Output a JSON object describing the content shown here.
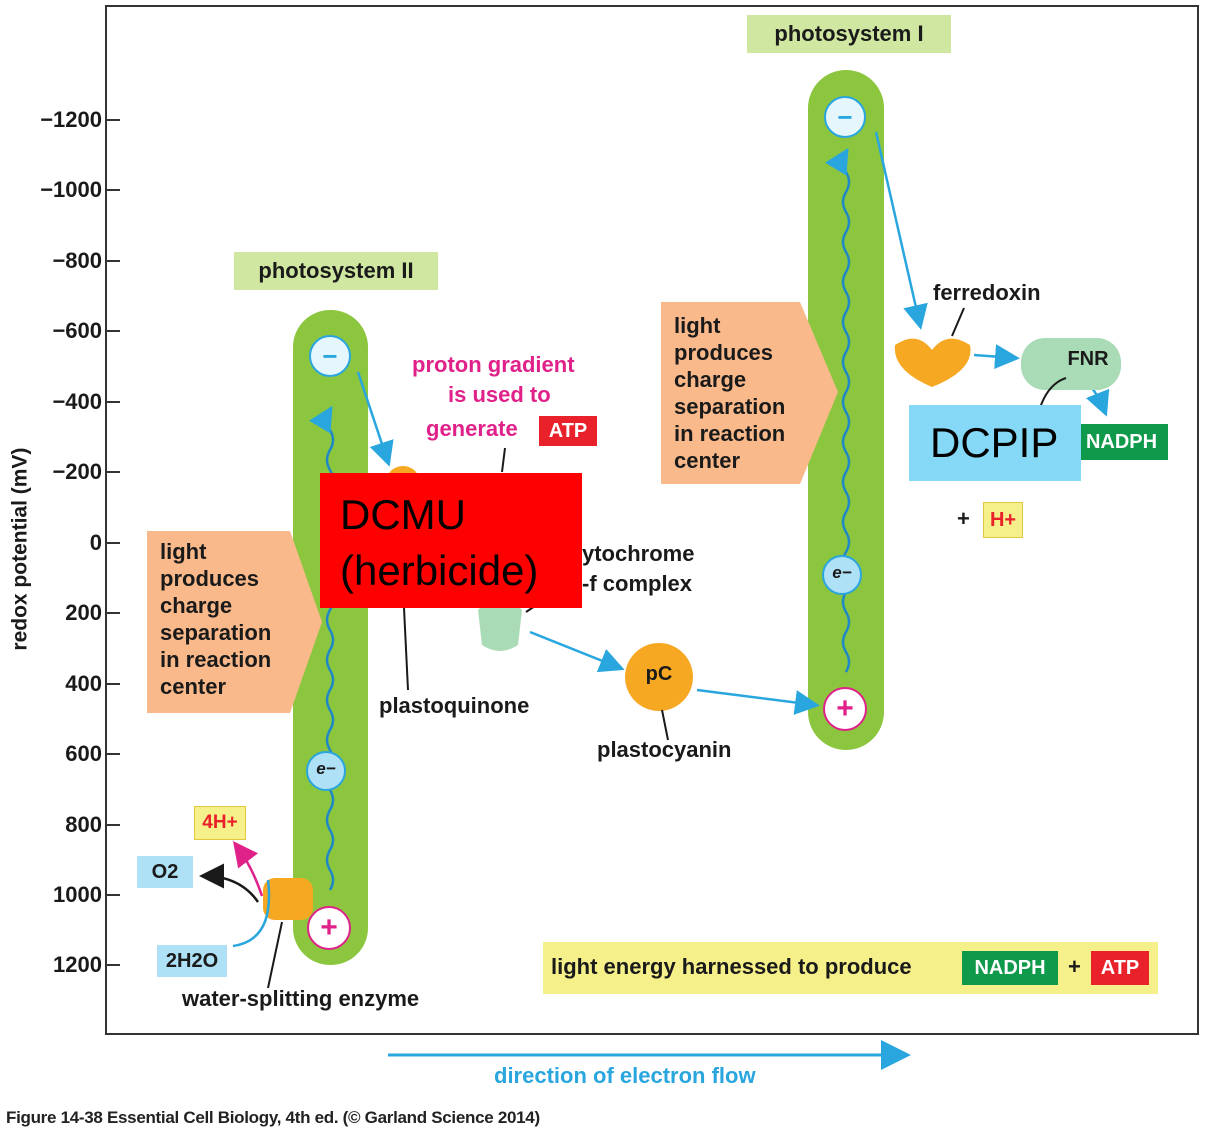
{
  "y_axis": {
    "label": "redox potential (mV)",
    "ticks": [
      "−1200",
      "−1000",
      "−800",
      "−600",
      "−400",
      "−200",
      "0",
      "200",
      "400",
      "600",
      "800",
      "1000",
      "1200"
    ]
  },
  "photosystem_ii": {
    "title": "photosystem II",
    "light_text": "light\nproduces\ncharge\nseparation\nin reaction\ncenter",
    "minus": "−",
    "plus": "+",
    "electron": "e−"
  },
  "photosystem_i": {
    "title": "photosystem I",
    "light_text": "light\nproduces\ncharge\nseparation\nin reaction\ncenter",
    "minus": "−",
    "plus": "+",
    "electron": "e−"
  },
  "proton_gradient": {
    "line1": "proton gradient",
    "line2": "is used to",
    "line3": "generate",
    "atp": "ATP"
  },
  "cytochrome": {
    "line1": "ytochrome",
    "line2": "-f complex"
  },
  "labels": {
    "plastoquinone": "plastoquinone",
    "plastocyanin": "plastocyanin",
    "pc": "pC",
    "ferredoxin": "ferredoxin",
    "fnr": "FNR",
    "nadph": "NADPH",
    "plus_sign": "+",
    "h_plus": "H+",
    "water_enzyme": "water-splitting enzyme",
    "o2": "O2",
    "h2o": "2H2O",
    "four_h": "4H+"
  },
  "summary": {
    "text": "light energy harnessed to produce",
    "nadph": "NADPH",
    "plus": "+",
    "atp": "ATP"
  },
  "flow_label": "direction of electron flow",
  "caption": "Figure 14-38  Essential Cell Biology, 4th ed. (© Garland Science 2014)",
  "overlays": {
    "dcmu": {
      "line1": "DCMU",
      "line2": "(herbicide)"
    },
    "dcpip": "DCPIP"
  },
  "colors": {
    "green_bar": "#8cc63f",
    "orange_arrow": "#f9b98a",
    "blue_arrow": "#2aa6de",
    "magenta": "#e0218a",
    "atp_red": "#e8212b",
    "nadph_green": "#0e9a4a",
    "yellow_box": "#f6f08a",
    "overlay_red": "#ff0000",
    "overlay_blue": "#85d8f6",
    "protein_orange": "#f7a823",
    "fnr_green": "#a9dcb6",
    "light_blue_box": "#aee0f6"
  }
}
